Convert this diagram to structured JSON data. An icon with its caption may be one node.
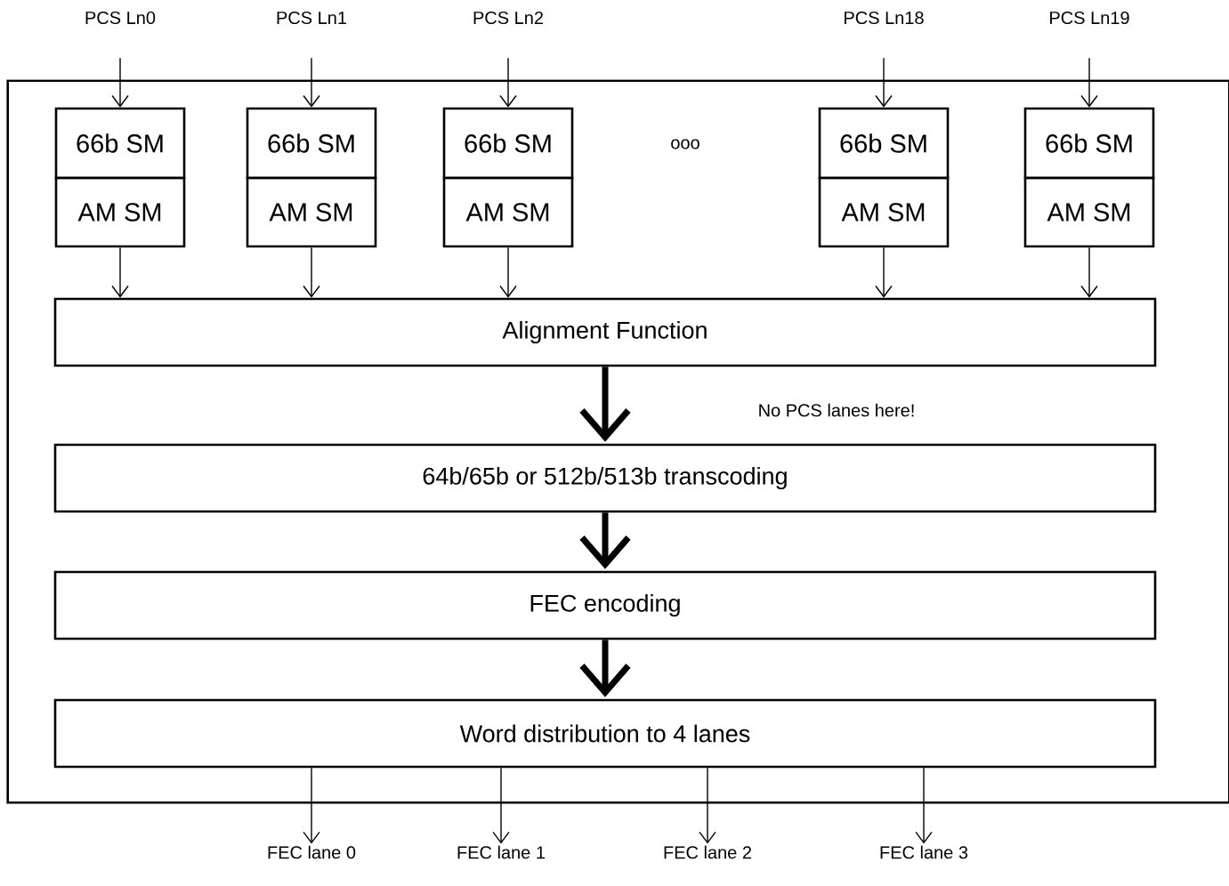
{
  "diagram": {
    "nodes": [
      {
        "text": [],
        "shape": "box"
      },
      {
        "text": [
          "PCS Ln0"
        ]
      },
      {
        "text": [
          "PCS Ln1"
        ]
      },
      {
        "text": [
          "PCS Ln2"
        ]
      },
      {
        "text": [
          "PCS Ln18"
        ]
      },
      {
        "text": [
          "PCS Ln19"
        ]
      },
      {
        "text": [
          "66b SM"
        ],
        "in": 0
      },
      {
        "text": [
          "AM SM"
        ],
        "in": 0
      },
      {
        "text": [
          "66b SM"
        ],
        "in": 0
      },
      {
        "text": [
          "AM SM"
        ],
        "in": 0
      },
      {
        "text": [
          "66b SM"
        ],
        "in": 0
      },
      {
        "text": [
          "AM SM"
        ],
        "in": 0
      },
      {
        "text": [
          "66b SM"
        ],
        "in": 0
      },
      {
        "text": [
          "AM SM"
        ],
        "in": 0
      },
      {
        "text": [
          "66b SM"
        ],
        "in": 0
      },
      {
        "text": [
          "AM SM"
        ],
        "in": 0
      },
      {
        "text": [
          "Alignment  Function"
        ],
        "in": 0
      },
      {
        "text": [
          "64b/65b or 512b/513b transcoding"
        ],
        "in": 0
      },
      {
        "text": [
          "FEC encoding"
        ],
        "in": 0
      },
      {
        "text": [
          "Word  distribution to 4 lanes"
        ],
        "in": 0
      },
      {
        "text": [
          "FEC lane 0"
        ]
      },
      {
        "text": [
          "FEC lane 1"
        ]
      },
      {
        "text": [
          "FEC lane 2"
        ]
      },
      {
        "text": [
          "FEC lane 3"
        ]
      }
    ],
    "edges": [
      {
        "from": 1,
        "to": 6,
        "arrow": "to"
      },
      {
        "from": 2,
        "to": 8,
        "arrow": "to"
      },
      {
        "from": 3,
        "to": 10,
        "arrow": "to"
      },
      {
        "from": 4,
        "to": 12,
        "arrow": "to"
      },
      {
        "from": 5,
        "to": 14,
        "arrow": "to"
      },
      {
        "from": 7,
        "to": 16,
        "arrow": "to"
      },
      {
        "from": 9,
        "to": 16,
        "arrow": "to"
      },
      {
        "from": 11,
        "to": 16,
        "arrow": "to"
      },
      {
        "from": 13,
        "to": 16,
        "arrow": "to"
      },
      {
        "from": 15,
        "to": 16,
        "arrow": "to"
      },
      {
        "from": 16,
        "to": 17,
        "arrow": "to",
        "style": "thick"
      },
      {
        "from": 17,
        "to": 18,
        "arrow": "to",
        "style": "thick"
      },
      {
        "from": 18,
        "to": 19,
        "arrow": "to",
        "style": "thick"
      },
      {
        "from": 19,
        "to": 20,
        "arrow": "to"
      },
      {
        "from": 19,
        "to": 21,
        "arrow": "to"
      },
      {
        "from": 19,
        "to": 22,
        "arrow": "to"
      },
      {
        "from": 19,
        "to": 23,
        "arrow": "to"
      }
    ],
    "labels": [
      "ooo",
      "No PCS lanes here!"
    ]
  }
}
